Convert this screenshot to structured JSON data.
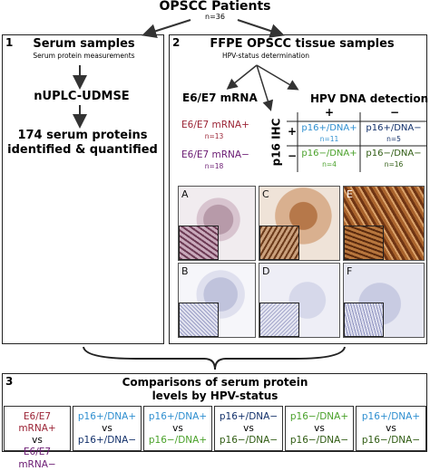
{
  "patients": {
    "title": "OPSCC Patients",
    "n": "n=36"
  },
  "section1": {
    "number": "1",
    "title": "Serum samples",
    "subtitle": "Serum protein measurements",
    "method": "nUPLC-UDMSE",
    "result_line1": "174 serum proteins",
    "result_line2": "identified & quantified"
  },
  "section2": {
    "number": "2",
    "title": "FFPE OPSCC tissue samples",
    "subtitle": "HPV-status determination",
    "mrna": {
      "title": "E6/E7 mRNA",
      "pos_label": "E6/E7 mRNA+",
      "pos_n": "n=13",
      "neg_label": "E6/E7 mRNA−",
      "neg_n": "n=18"
    },
    "dna": {
      "title": "HPV DNA detection",
      "plus": "+",
      "minus": "−",
      "row_plus": "+",
      "row_minus": "−",
      "ihc_label": "p16 IHC",
      "cells": [
        {
          "label": "p16+/DNA+",
          "n": "n=11"
        },
        {
          "label": "p16+/DNA−",
          "n": "n=5"
        },
        {
          "label": "p16−/DNA+",
          "n": "n=4"
        },
        {
          "label": "p16−/DNA−",
          "n": "n=16"
        }
      ]
    },
    "panels": [
      "A",
      "B",
      "C",
      "D",
      "E",
      "F"
    ]
  },
  "section3": {
    "number": "3",
    "title_line1": "Comparisons of serum protein",
    "title_line2": "levels by HPV-status",
    "vs": "vs",
    "comparisons": [
      {
        "a": "E6/E7 mRNA+",
        "b": "E6/E7 mRNA−"
      },
      {
        "a": "p16+/DNA+",
        "b": "p16+/DNA−"
      },
      {
        "a": "p16+/DNA+",
        "b": "p16−/DNA+"
      },
      {
        "a": "p16+/DNA−",
        "b": "p16−/DNA−"
      },
      {
        "a": "p16−/DNA+",
        "b": "p16−/DNA−"
      },
      {
        "a": "p16+/DNA+",
        "b": "p16−/DNA−"
      }
    ]
  },
  "colors": {
    "mrna_pos": "#9b2335",
    "mrna_neg": "#6a1a72",
    "p16pos_dnapos": "#2f8fd0",
    "p16pos_dnaneg": "#12306a",
    "p16neg_dnapos": "#4aa12a",
    "p16neg_dnaneg": "#2f5b12",
    "ihc_brown": "#7a3f1a",
    "ihc_blue": "#c9cde6"
  }
}
